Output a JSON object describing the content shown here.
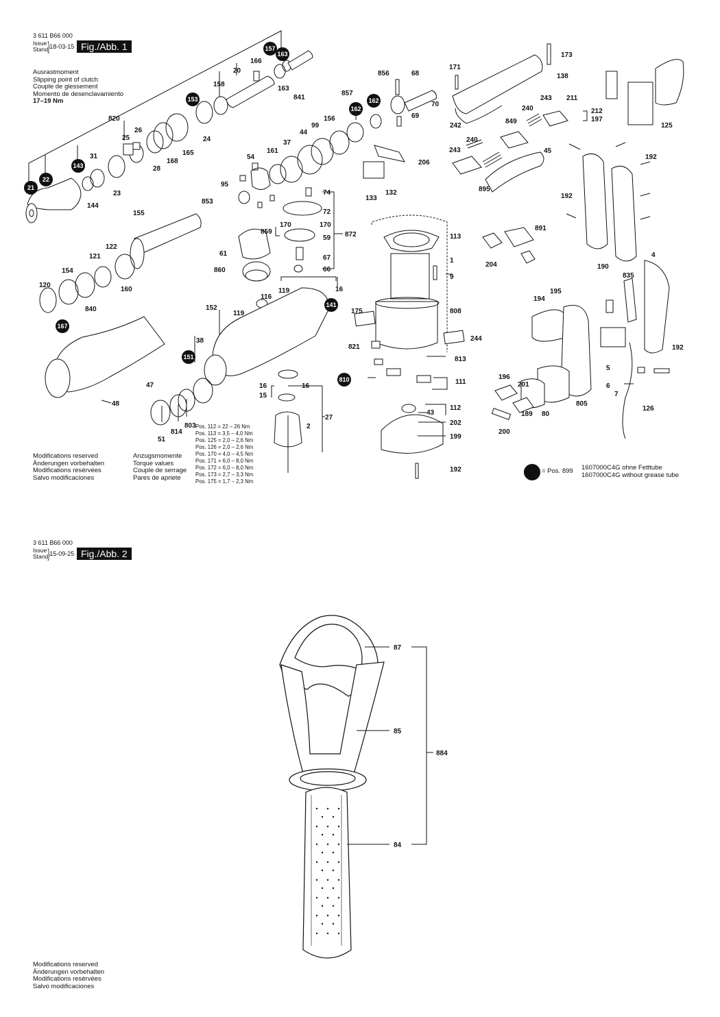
{
  "sheet1": {
    "doc_number": "3 611 B66 000",
    "issue_label": "Issue",
    "stand_label": "Stand",
    "issue_date": "18-03-15",
    "fig_label": "Fig./Abb. 1",
    "clutch_note": [
      "Ausrastmoment",
      "Slipping point of clutch",
      "Couple de glessement",
      "Momento de desenclavamiento",
      "17–19 Nm"
    ],
    "modifications": [
      "Modifications reserved",
      "Änderungen vorbehalten",
      "Modifications resérvées",
      "Salvo modificaciones"
    ],
    "torque_headers": [
      "Anzugsmomente",
      "Torque values",
      "Couple de serrage",
      "Pares de apriete"
    ],
    "torque_values": [
      "Pos. 112 = 22 – 26 Nm",
      "Pos. 113 = 3,5 – 4,0 Nm",
      "Pos. 125 = 2,0 – 2,6 Nm",
      "Pos. 126 = 2,0 – 2,6 Nm",
      "Pos. 170 = 4,0 – 4,5 Nm",
      "Pos. 171 = 6,0 – 8,0 Nm",
      "Pos. 172 = 6,0 – 8,0 Nm",
      "Pos. 173 = 2,7 – 3,3 Nm",
      "Pos. 175 = 1,7 – 2,3 Nm"
    ],
    "legend_pos": "= Pos. 899",
    "legend_lines": [
      "1607000C4G ohne Fetttube",
      "1607000C4G without grease tube"
    ],
    "badges": [
      "21",
      "22",
      "143",
      "153",
      "157",
      "163",
      "162",
      "141",
      "151",
      "167",
      "810"
    ],
    "labels": [
      "166",
      "20",
      "158",
      "841",
      "163",
      "820",
      "26",
      "25",
      "31",
      "24",
      "28",
      "168",
      "165",
      "23",
      "144",
      "856",
      "68",
      "70",
      "69",
      "857",
      "156",
      "99",
      "44",
      "37",
      "161",
      "54",
      "95",
      "853",
      "74",
      "72",
      "170",
      "859",
      "59",
      "872",
      "67",
      "66",
      "61",
      "860",
      "119",
      "116",
      "16",
      "206",
      "132",
      "133",
      "171",
      "173",
      "138",
      "242",
      "243",
      "240",
      "849",
      "45",
      "895",
      "211",
      "212",
      "197",
      "125",
      "192",
      "891",
      "204",
      "190",
      "4",
      "835",
      "155",
      "122",
      "121",
      "154",
      "120",
      "160",
      "840",
      "152",
      "38",
      "47",
      "48",
      "51",
      "814",
      "803",
      "15",
      "27",
      "2",
      "113",
      "1",
      "9",
      "808",
      "244",
      "175",
      "821",
      "813",
      "111",
      "112",
      "43",
      "202",
      "199",
      "194",
      "195",
      "196",
      "201",
      "200",
      "189",
      "80",
      "805",
      "5",
      "6",
      "7",
      "126"
    ]
  },
  "sheet2": {
    "doc_number": "3 611 B66 000",
    "issue_label": "Issue",
    "stand_label": "Stand",
    "issue_date": "15-09-25",
    "fig_label": "Fig./Abb. 2",
    "labels": {
      "ring": "87",
      "body": "85",
      "assembly": "884",
      "grip": "84"
    },
    "modifications": [
      "Modifications reserved",
      "Änderungen vorbehalten",
      "Modifications resérvées",
      "Salvo modificaciones"
    ]
  }
}
